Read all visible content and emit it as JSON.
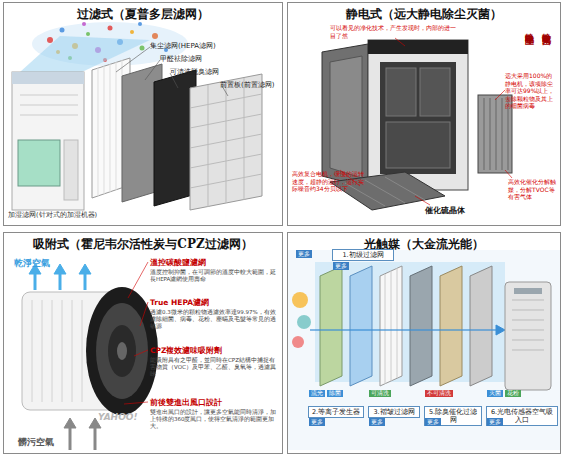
{
  "diagram": {
    "nodes": [
      {
        "text": [
          "过滤式（夏普多层滤网）"
        ]
      },
      {
        "text": [
          "静电式（远大静电除尘灭菌）"
        ]
      },
      {
        "text": [
          "吸附式（霍尼韦尔活性炭与CPZ过滤网）"
        ]
      },
      {
        "text": [
          "光触媒（大金流光能）"
        ]
      },
      {
        "text": [
          "1.初级过滤网"
        ],
        "in": 3
      },
      {
        "text": [
          "2.等离子发生器"
        ],
        "in": 3
      },
      {
        "text": [
          "3.褶皱过滤网"
        ],
        "in": 3
      },
      {
        "text": [
          "5.除臭催化过滤网"
        ],
        "in": 3
      },
      {
        "text": [
          "6.光电传感器空气吸入口"
        ],
        "in": 3
      }
    ],
    "labels": [
      "集尘滤网(HEPA滤网)",
      "甲醛祛除滤网",
      "可清洗脱臭滤网",
      "前置板(前置滤网)",
      "加湿滤网(针对式的加湿机器)",
      "可以看见的净化技术，产生发现时，内部的进一目了然",
      "静电除尘",
      "静电灭菌",
      "远大采用100%的静电机，该项除尘率可达99%以上，去除颗粒物及其上的细菌病毒",
      "高效复合电机，缓慢的运转速度，超静的运行，运行实际噪音约34分贝以下",
      "催化硫晶体",
      "高效化催化分解触媒，分解TVOC等有害气体",
      "乾淨空氣",
      "溫控碳酸鹽濾網",
      "溫度控制抑菌，在可調節的溫度中較大範圍，延長HEPA濾網使用壽命",
      "True HEPA濾網",
      "過濾0.3微米的顆粒物過濾效率達99.97%，有效濾除細菌、病毒、花粉、塵蟎及毛髮等常見的過敏源",
      "CPZ複效濾味吸附劑",
      "能吸附具有之甲醛，並同時在CPZ結構中捕捉有害物質（VOC）及甲苯、乙醛、臭氧等，過濾異味",
      "前後雙進出風口設計",
      "雙進出風口的設計，讓更多空氣能同時清淨，加上特殊的360度風口，使得空氣清淨的範圍更加大。",
      "YAHOO!",
      "髒污空氣",
      "更多",
      "更多",
      "更多",
      "更多",
      "更多",
      "更多",
      "流光",
      "除菌",
      "可清洗",
      "不可清洗",
      "灭菌",
      "花粉"
    ]
  }
}
